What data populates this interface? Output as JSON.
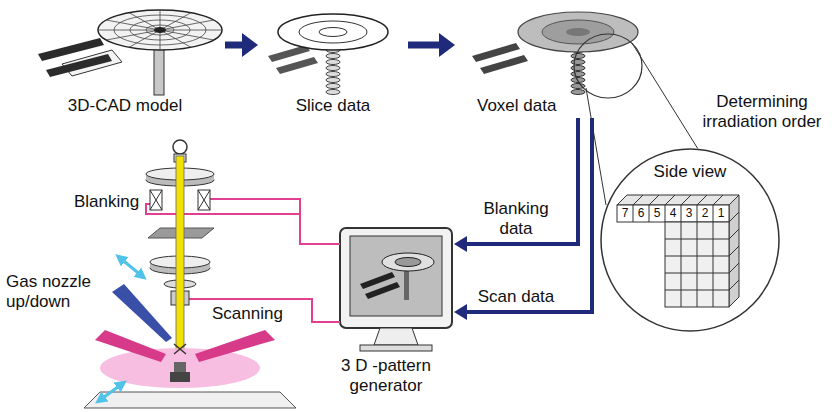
{
  "diagram": {
    "nodes": [
      {
        "text": [
          "3D-CAD model"
        ]
      },
      {
        "text": [
          "Slice data"
        ]
      },
      {
        "text": [
          "Voxel data"
        ]
      },
      {
        "text": [
          "Side view"
        ]
      },
      {
        "text": [
          "3 D -pattern generator"
        ]
      }
    ],
    "edges": [
      {
        "from": 0,
        "to": 1,
        "arrow": "to"
      },
      {
        "from": 1,
        "to": 2,
        "arrow": "to"
      },
      {
        "from": 2,
        "to": 4,
        "label": "Blanking data",
        "arrow": "to"
      },
      {
        "from": 2,
        "to": 4,
        "label": "Scan data",
        "arrow": "to"
      }
    ],
    "labels": [
      "Determining irradiation order",
      "7",
      "6",
      "5",
      "4",
      "3",
      "2",
      "1",
      "Blanking",
      "Gas nozzle up/down",
      "Scanning"
    ]
  }
}
